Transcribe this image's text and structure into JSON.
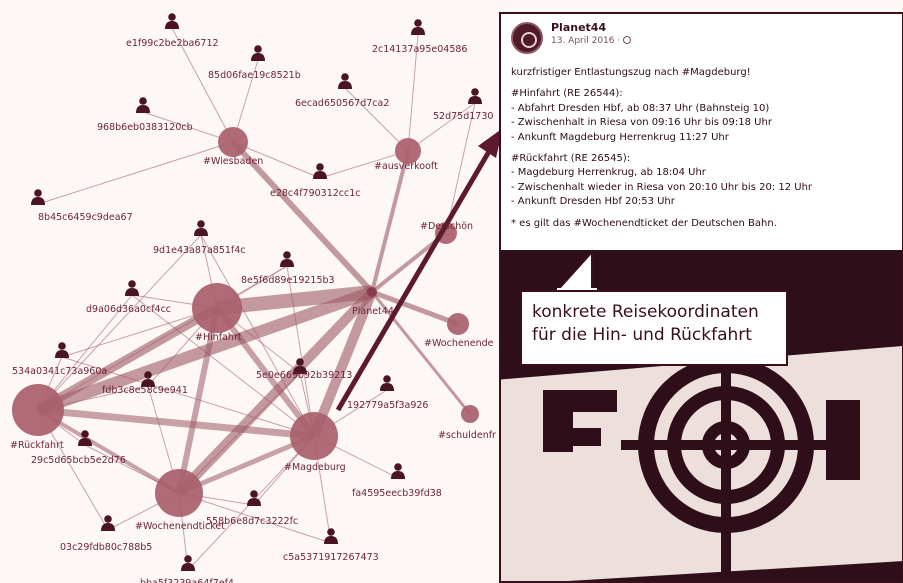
{
  "network": {
    "hashtag_nodes": [
      {
        "id": "wiesbaden",
        "label": "#Wiesbaden"
      },
      {
        "id": "ausverkooft",
        "label": "#ausverkooft"
      },
      {
        "id": "derschoen",
        "label": "#Derschön"
      },
      {
        "id": "hinfahrt",
        "label": "#Hinfahrt"
      },
      {
        "id": "wochenende",
        "label": "#Wochenende"
      },
      {
        "id": "ruckfahrt",
        "label": "#Rückfahrt"
      },
      {
        "id": "magdeburg",
        "label": "#Magdeburg"
      },
      {
        "id": "schuldenfrei",
        "label": "#schuldenfr"
      },
      {
        "id": "wochenendticket",
        "label": "#Wochenendticket"
      }
    ],
    "hub_label": "Planet44",
    "user_nodes": [
      {
        "id": "u1",
        "label": "e1f99c2be2ba6712"
      },
      {
        "id": "u2",
        "label": "2c14137a95e04586"
      },
      {
        "id": "u3",
        "label": "85d06fae19c8521b"
      },
      {
        "id": "u4",
        "label": "6ecad650567d7ca2"
      },
      {
        "id": "u5",
        "label": "52d75d1730"
      },
      {
        "id": "u6",
        "label": "968b6eb0383120cb"
      },
      {
        "id": "u7",
        "label": "e28c4f790312cc1c"
      },
      {
        "id": "u8",
        "label": "8b45c6459c9dea67"
      },
      {
        "id": "u9",
        "label": "9d1e43a87a851f4c"
      },
      {
        "id": "u10",
        "label": "8e5f6d89e19215b3"
      },
      {
        "id": "u11",
        "label": "d9a06d36a0cf4cc"
      },
      {
        "id": "u12",
        "label": "534a0341c73a960a"
      },
      {
        "id": "u13",
        "label": "5e0e669b92b39213"
      },
      {
        "id": "u14",
        "label": "fdb3c8e58c9e941"
      },
      {
        "id": "u15",
        "label": "192779a5f3a926"
      },
      {
        "id": "u16",
        "label": "29c5d65bcb5e2d76"
      },
      {
        "id": "u17",
        "label": "fa4595eecb39fd38"
      },
      {
        "id": "u18",
        "label": "558b6e8d7c3222fc"
      },
      {
        "id": "u19",
        "label": "03c29fdb80c788b5"
      },
      {
        "id": "u20",
        "label": "c5a5371917267473"
      },
      {
        "id": "u21",
        "label": "bba5f3239a64f7ef4"
      }
    ]
  },
  "post": {
    "author": "Planet44",
    "date": "13. April 2016 ·",
    "lines": [
      "kurzfristiger Entlastungszug nach #Magdeburg!",
      "",
      "#Hinfahrt (RE 26544):",
      "- Abfahrt Dresden Hbf, ab 08:37 Uhr (Bahnsteig 10)",
      "- Zwischenhalt in Riesa von 09:16 Uhr bis 09:18 Uhr",
      "- Ankunft Magdeburg Herrenkrug 11:27 Uhr",
      "",
      "#Rückfahrt (RE 26545):",
      "- Magdeburg Herrenkrug, ab 18:04 Uhr",
      "- Zwischenhalt wieder in Riesa von 20:10 Uhr bis 20: 12 Uhr",
      "- Ankunft Dresden Hbf 20:53 Uhr",
      "",
      "* es gilt das #Wochenendticket der Deutschen Bahn."
    ],
    "photo_banner_text": "FCM"
  },
  "callout": {
    "line1": "konkrete Reisekoordinaten",
    "line2": "für die Hin- und Rückfahrt"
  }
}
